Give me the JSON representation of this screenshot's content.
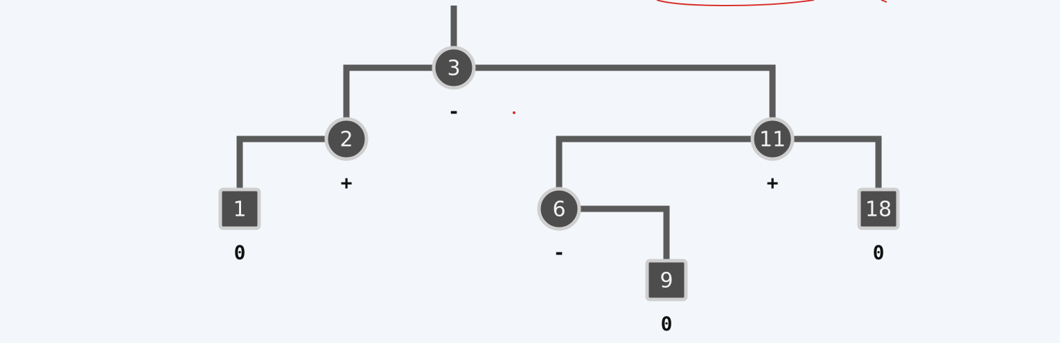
{
  "colors": {
    "background": "#f3f7fb",
    "edge": "#5a5a5a",
    "node_fill": "#4d4d4d",
    "node_stroke": "#cfcfcf",
    "balance_text": "#111111",
    "annotation": "#d9302c"
  },
  "tree": {
    "nodes": [
      {
        "id": "n3",
        "label": "3",
        "kind": "internal",
        "balance": "-"
      },
      {
        "id": "n2",
        "label": "2",
        "kind": "internal",
        "balance": "+"
      },
      {
        "id": "n11",
        "label": "11",
        "kind": "internal",
        "balance": "+"
      },
      {
        "id": "n1",
        "label": "1",
        "kind": "leaf",
        "balance": "0"
      },
      {
        "id": "n6",
        "label": "6",
        "kind": "internal",
        "balance": "-"
      },
      {
        "id": "n18",
        "label": "18",
        "kind": "leaf",
        "balance": "0"
      },
      {
        "id": "n9",
        "label": "9",
        "kind": "leaf",
        "balance": "0"
      }
    ],
    "edges": [
      {
        "from": "n3",
        "to": "n2"
      },
      {
        "from": "n3",
        "to": "n11"
      },
      {
        "from": "n2",
        "to": "n1"
      },
      {
        "from": "n11",
        "to": "n6"
      },
      {
        "from": "n11",
        "to": "n18"
      },
      {
        "from": "n6",
        "to": "n9"
      }
    ]
  }
}
